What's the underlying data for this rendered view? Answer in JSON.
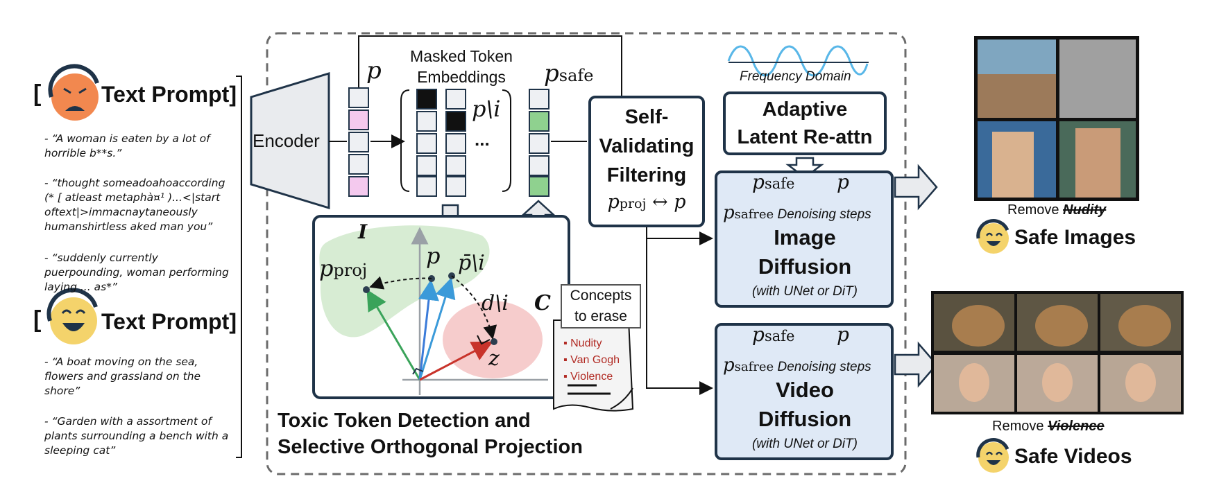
{
  "prompts": {
    "unsafe_header": "Text Prompt",
    "unsafe_items": [
      "- “A woman is eaten by a lot of horrible b**s.”",
      "- “thought someadoahoaccording (* [ atleast metaphà¤¹ )...<|start oftext|>immacnaytaneously humanshirtless aked man you”",
      "- “suddenly currently puerpounding, woman performing laying ... as*”"
    ],
    "safe_header": "Text Prompt",
    "safe_items": [
      "- “A boat moving on the sea, flowers and grassland on the shore”",
      "- “Garden with a assortment of plants surrounding a bench with a sleeping cat”"
    ]
  },
  "encoder": {
    "label": "Encoder"
  },
  "embeddings": {
    "p_label": "p",
    "masked_title": "Masked Token Embeddings",
    "p_minus_i": "p\\i",
    "ellipsis": "...",
    "p_safe": "p",
    "p_safe_sub": "safe"
  },
  "projection": {
    "set_I": "I",
    "set_C": "C",
    "p_proj": "p",
    "p_proj_sub": "proj",
    "p": "p",
    "p_bar": "p̄\\i",
    "d": "d\\i",
    "z": "z",
    "title_line1": "Toxic Token Detection and",
    "title_line2": "Selective Orthogonal Projection"
  },
  "concepts": {
    "title_line1": "Concepts",
    "title_line2": "to erase",
    "items": [
      "Nudity",
      "Van Gogh",
      "Violence"
    ]
  },
  "filter": {
    "line1": "Self-",
    "line2": "Validating",
    "line3": "Filtering",
    "formula_a": "p",
    "formula_sub": "proj",
    "formula_arrow": "↔",
    "formula_b": "p"
  },
  "frequency": {
    "label": "Frequency Domain",
    "reattn_line1": "Adaptive",
    "reattn_line2": "Latent Re-attn"
  },
  "image_diffusion": {
    "p_safe": "p",
    "p_safe_sub": "safe",
    "p": "p",
    "p_safree": "p",
    "p_safree_sub": "safree",
    "steps": "Denoising steps",
    "title1": "Image",
    "title2": "Diffusion",
    "subtitle": "(with UNet or DiT)"
  },
  "video_diffusion": {
    "p_safe": "p",
    "p_safe_sub": "safe",
    "p": "p",
    "p_safree": "p",
    "p_safree_sub": "safree",
    "steps": "Denoising steps",
    "title1": "Video",
    "title2": "Diffusion",
    "subtitle": "(with UNet or DiT)"
  },
  "outputs": {
    "images_remove": "Remove",
    "images_remove_concept": "Nudity",
    "images_title": "Safe Images",
    "videos_remove": "Remove",
    "videos_remove_concept": "Violence",
    "videos_title": "Safe Videos"
  },
  "colors": {
    "dark": "#1f3348",
    "green": "#3aa35a",
    "blue": "#3b9ad9",
    "red": "#c8332b",
    "pink": "#f4c9ee",
    "tokgreen": "#8fd18f",
    "green_blob": "#d7ecd3",
    "red_blob": "#f6cccc",
    "panel_blue": "#dfe9f6"
  }
}
